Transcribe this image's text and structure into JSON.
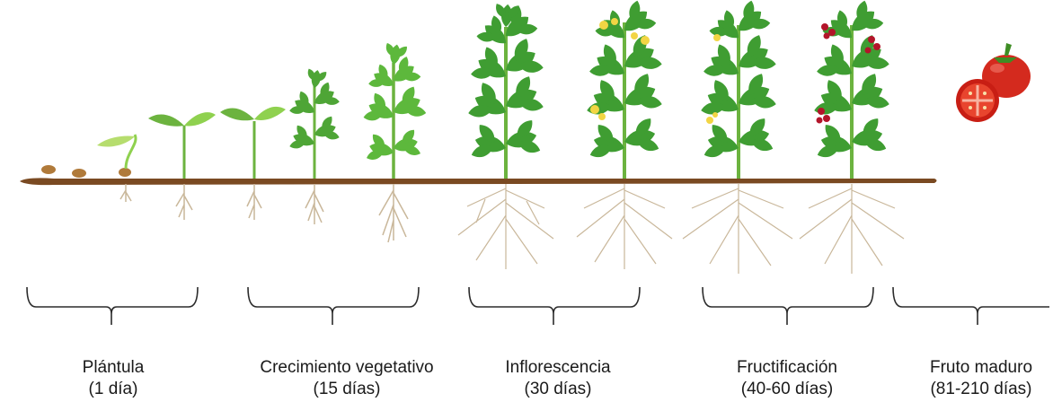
{
  "colors": {
    "soil": "#7a4a22",
    "stem": "#6cb33f",
    "leaf_dark": "#3e9b2f",
    "leaf_light": "#8fd14f",
    "root": "#c9b79a",
    "seed": "#b07a3a",
    "flower": "#f2d544",
    "fruit_small": "#b3152a",
    "tomato": "#d42a1e",
    "bracket": "#2b2b2b"
  },
  "stages": [
    {
      "name": "Plántula",
      "duration": "(1 día)"
    },
    {
      "name": "Crecimiento vegetativo",
      "duration": "(15 días)"
    },
    {
      "name": "Inflorescencia",
      "duration": "(30 días)"
    },
    {
      "name": "Fructificación",
      "duration": "(40-60 días)"
    },
    {
      "name": "Fruto maduro",
      "duration": "(81-210 días)"
    }
  ]
}
